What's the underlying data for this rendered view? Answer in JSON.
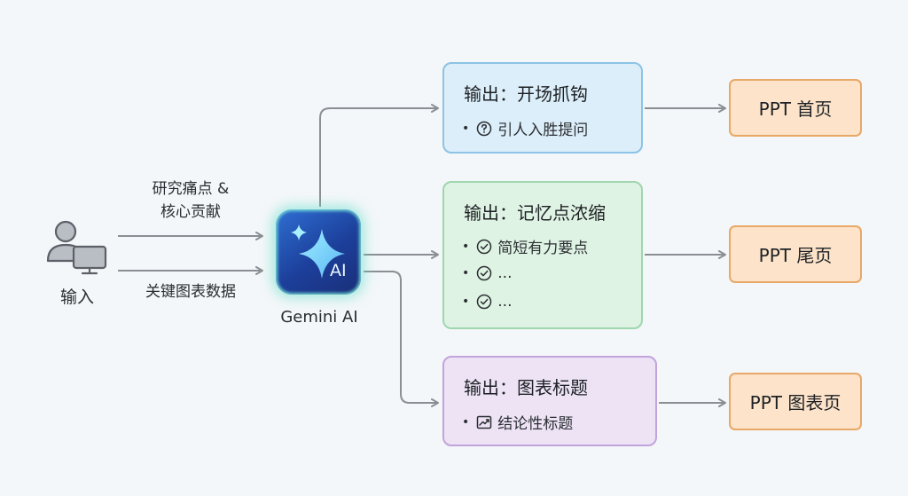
{
  "input": {
    "label": "输入"
  },
  "edges": {
    "top_label_line1": "研究痛点 &",
    "top_label_line2": "核心贡献",
    "bottom_label": "关键图表数据"
  },
  "ai": {
    "name": "Gemini AI",
    "badge": "AI"
  },
  "outputs": {
    "hook": {
      "title": "输出：开场抓钩",
      "items": [
        {
          "icon": "question-circle-icon",
          "text": "引人入胜提问"
        }
      ]
    },
    "memory": {
      "title": "输出：记忆点浓缩",
      "items": [
        {
          "icon": "check-circle-icon",
          "text": "简短有力要点"
        },
        {
          "icon": "check-circle-icon",
          "text": "..."
        },
        {
          "icon": "check-circle-icon",
          "text": "..."
        }
      ]
    },
    "chart": {
      "title": "输出：图表标题",
      "items": [
        {
          "icon": "trend-chart-icon",
          "text": "结论性标题"
        }
      ]
    }
  },
  "ppt": {
    "first": "PPT 首页",
    "last": "PPT 尾页",
    "chart": "PPT 图表页"
  },
  "colors": {
    "arrow": "#8b8f94",
    "hook_fill": "#dceef9",
    "hook_border": "#8cc3e6",
    "memory_fill": "#dff3e4",
    "memory_border": "#9fd6ae",
    "chart_fill": "#ede3f5",
    "chart_border": "#c2a3dc",
    "ppt_fill": "#fce3c9",
    "ppt_border": "#e8a867"
  }
}
